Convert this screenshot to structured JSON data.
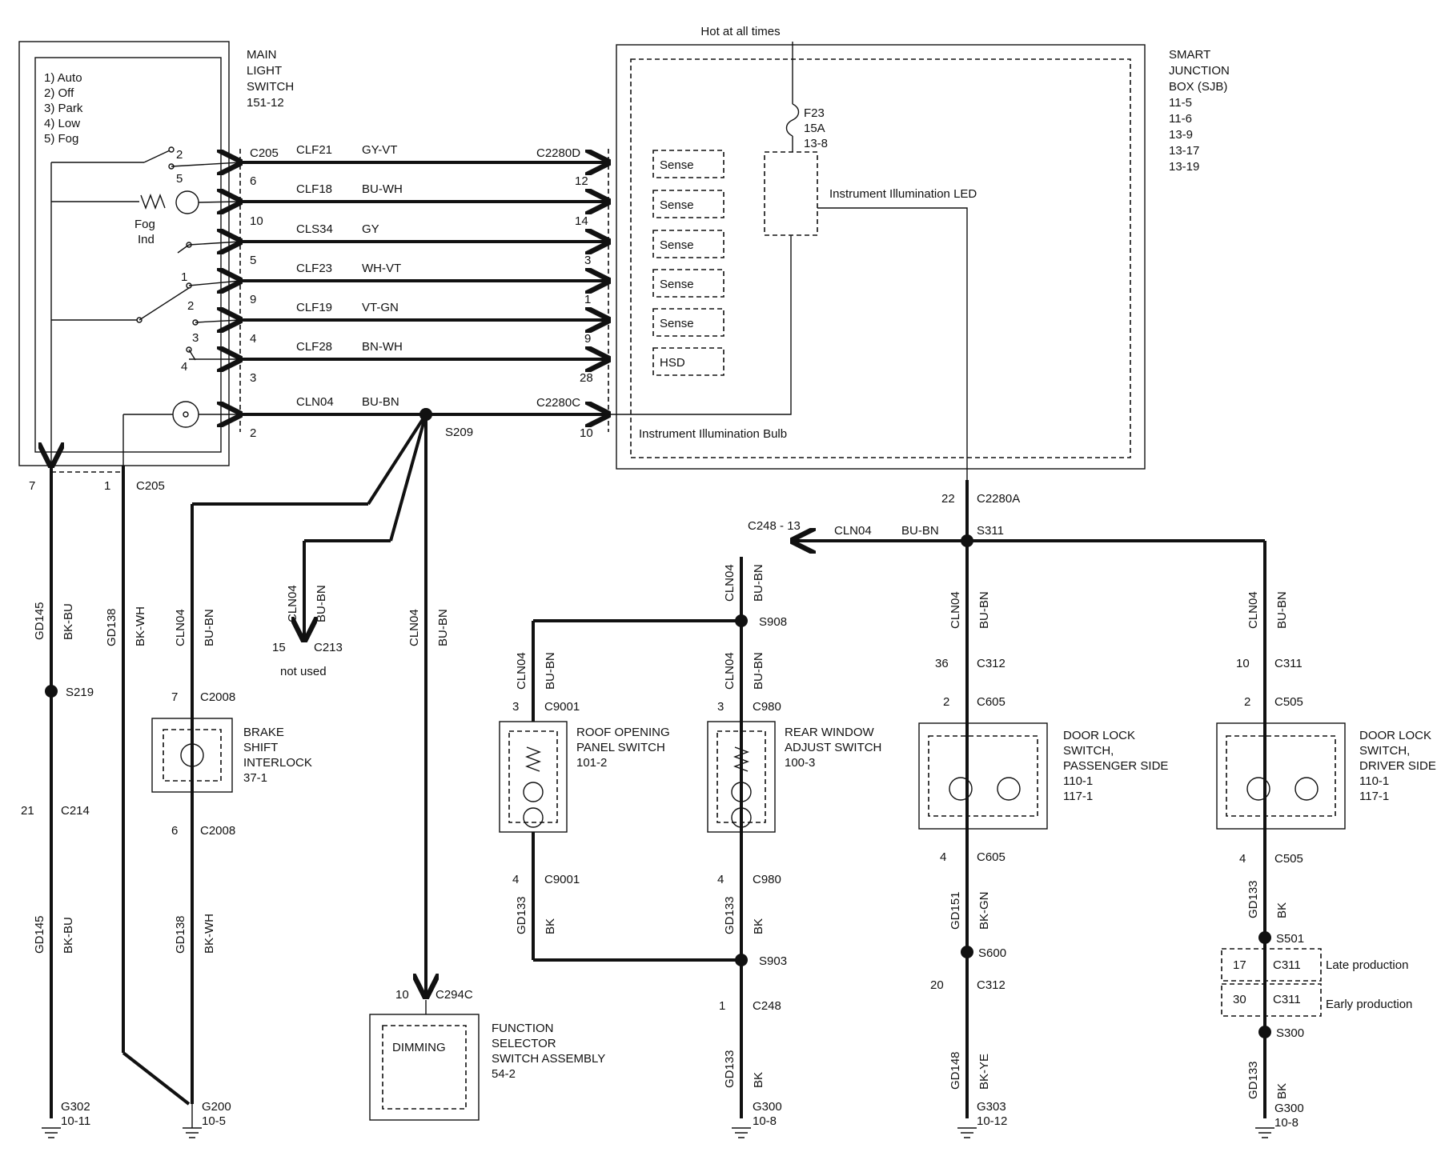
{
  "header": {
    "hot_label": "Hot at all times"
  },
  "main_switch": {
    "positions": [
      "1) Auto",
      "2) Off",
      "3) Park",
      "4) Low",
      "5) Fog"
    ],
    "title": [
      "MAIN",
      "LIGHT",
      "SWITCH",
      "151-12"
    ],
    "fog_ind": [
      "Fog",
      "Ind"
    ],
    "contact_nums": [
      "2",
      "5",
      "1",
      "2",
      "3",
      "4"
    ]
  },
  "sjb": {
    "title": [
      "SMART",
      "JUNCTION",
      "BOX (SJB)",
      "11-5",
      "11-6",
      "13-9",
      "13-17",
      "13-19"
    ],
    "fuse": [
      "F23",
      "15A",
      "13-8"
    ],
    "led_label": "Instrument Illumination LED",
    "bulb_label": "Instrument Illumination Bulb",
    "drivers": [
      "Sense",
      "Sense",
      "Sense",
      "Sense",
      "Sense",
      "HSD"
    ]
  },
  "bus": {
    "left_connector": "C205",
    "right_connector_top": "C2280D",
    "right_connector_bottom": "C2280C",
    "rows": [
      {
        "circuit": "CLF21",
        "color": "GY-VT",
        "left_pin": "",
        "right_pin": ""
      },
      {
        "circuit": "CLF18",
        "color": "BU-WH",
        "left_pin": "6",
        "right_pin": "12"
      },
      {
        "circuit": "CLS34",
        "color": "GY",
        "left_pin": "10",
        "right_pin": "14"
      },
      {
        "circuit": "CLF23",
        "color": "WH-VT",
        "left_pin": "5",
        "right_pin": "3"
      },
      {
        "circuit": "CLF19",
        "color": "VT-GN",
        "left_pin": "9",
        "right_pin": "1"
      },
      {
        "circuit": "CLF28",
        "color": "BN-WH",
        "left_pin": "4",
        "right_pin": "9"
      },
      {
        "circuit": "CLN04",
        "color": "BU-BN",
        "left_pin": "3",
        "right_pin": "28"
      }
    ],
    "bottom_left_pin": "2",
    "bottom_right_pin": "10",
    "splice": "S209"
  },
  "left_block": {
    "c205_pin_a": "7",
    "c205_pin_b": "1",
    "c205": "C205",
    "gd145": "GD145",
    "bkbu": "BK-BU",
    "s219": "S219",
    "c214_pin": "21",
    "c214": "C214",
    "gd138": "GD138",
    "bkwh": "BK-WH",
    "g302": [
      "G302",
      "10-11"
    ],
    "g200": [
      "G200",
      "10-5"
    ],
    "cln04": "CLN04",
    "bubn": "BU-BN",
    "c2008_top_pin": "7",
    "c2008": "C2008",
    "c2008_bottom_pin": "6",
    "brake": [
      "BRAKE",
      "SHIFT",
      "INTERLOCK",
      "37-1"
    ],
    "c213_pin": "15",
    "c213": "C213",
    "not_used": "not used",
    "c294c_pin": "10",
    "c294c": "C294C",
    "dimming": "DIMMING",
    "function_selector": [
      "FUNCTION",
      "SELECTOR",
      "SWITCH ASSEMBLY",
      "54-2"
    ]
  },
  "right_block": {
    "c2280a_pin": "22",
    "c2280a": "C2280A",
    "c248_13": "C248  -  13",
    "cln04": "CLN04",
    "bubn": "BU-BN",
    "s311": "S311",
    "s908": "S908",
    "roof": {
      "top_pin": "3",
      "top_conn": "C9001",
      "title": [
        "ROOF OPENING",
        "PANEL SWITCH",
        "101-2"
      ],
      "bot_pin": "4",
      "bot_conn": "C9001"
    },
    "rear": {
      "top_pin": "3",
      "top_conn": "C980",
      "title": [
        "REAR WINDOW",
        "ADJUST SWITCH",
        "100-3"
      ],
      "bot_pin": "4",
      "bot_conn": "C980"
    },
    "gd133": "GD133",
    "bk": "BK",
    "s903": "S903",
    "c248_pin": "1",
    "c248": "C248",
    "g300a": [
      "G300",
      "10-8"
    ],
    "pass": {
      "c312_pin": "36",
      "c312": "C312",
      "c605_pin": "2",
      "c605": "C605",
      "title": [
        "DOOR LOCK",
        "SWITCH,",
        "PASSENGER SIDE",
        "110-1",
        "117-1"
      ],
      "bot_pin": "4",
      "bot_conn": "C605",
      "gd151": "GD151",
      "bkgn": "BK-GN",
      "s600": "S600",
      "c312b_pin": "20",
      "c312b": "C312",
      "gd148": "GD148",
      "bkye": "BK-YE",
      "g303": [
        "G303",
        "10-12"
      ]
    },
    "drv": {
      "c311_pin": "10",
      "c311": "C311",
      "c505_pin": "2",
      "c505": "C505",
      "title": [
        "DOOR LOCK",
        "SWITCH,",
        "DRIVER SIDE",
        "110-1",
        "117-1"
      ],
      "bot_pin": "4",
      "bot_conn": "C505",
      "gd133": "GD133",
      "bk": "BK",
      "s501": "S501",
      "late_pin": "17",
      "late_conn": "C311",
      "late": "Late production",
      "early_pin": "30",
      "early_conn": "C311",
      "early": "Early production",
      "s300": "S300",
      "g300": [
        "G300",
        "10-8"
      ]
    }
  }
}
